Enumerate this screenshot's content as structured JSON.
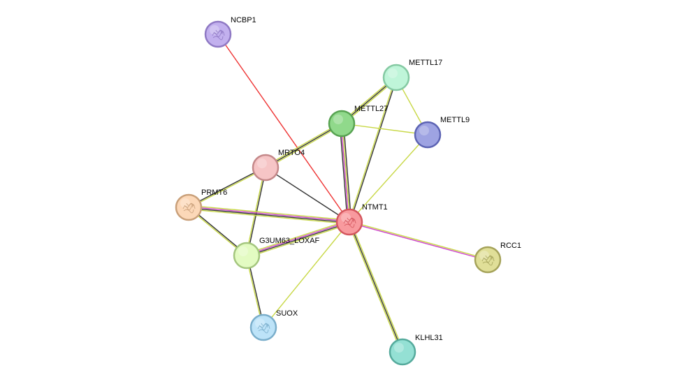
{
  "nodes": [
    {
      "id": "NCBP1",
      "label": "NCBP1",
      "fill": "#c2b0ee",
      "stroke": "#8f79c4",
      "icon": "protein-structure-icon"
    },
    {
      "id": "METTL17",
      "label": "METTL17",
      "fill": "#bff5d9",
      "stroke": "#84c9a2",
      "icon": ""
    },
    {
      "id": "METTL27",
      "label": "METTL27",
      "fill": "#90d98b",
      "stroke": "#58a352",
      "icon": ""
    },
    {
      "id": "METTL9",
      "label": "METTL9",
      "fill": "#9ea3e2",
      "stroke": "#5c63b3",
      "icon": ""
    },
    {
      "id": "MRTO4",
      "label": "MRTO4",
      "fill": "#f6c5c6",
      "stroke": "#c48889",
      "icon": ""
    },
    {
      "id": "PRMT6",
      "label": "PRMT6",
      "fill": "#fcd8b8",
      "stroke": "#c9a07a",
      "icon": "protein-structure-icon"
    },
    {
      "id": "NTMT1",
      "label": "NTMT1",
      "fill": "#f89a9e",
      "stroke": "#d4575e",
      "icon": "protein-structure-icon"
    },
    {
      "id": "G3UM63",
      "label": "G3UM63_LOXAF",
      "fill": "#e3fbc2",
      "stroke": "#a4c67e",
      "icon": ""
    },
    {
      "id": "RCC1",
      "label": "RCC1",
      "fill": "#e0df98",
      "stroke": "#a5a35a",
      "icon": "protein-structure-icon"
    },
    {
      "id": "SUOX",
      "label": "SUOX",
      "fill": "#bde3f8",
      "stroke": "#7aaecb",
      "icon": "protein-structure-icon"
    },
    {
      "id": "KLHL31",
      "label": "KLHL31",
      "fill": "#94e0d4",
      "stroke": "#55aa9c",
      "icon": ""
    }
  ],
  "edges": [
    {
      "from": "NCBP1",
      "to": "NTMT1",
      "colors": [
        "#ee3333"
      ]
    },
    {
      "from": "METTL17",
      "to": "METTL27",
      "colors": [
        "#c8d846",
        "#333333",
        "#c8d846"
      ]
    },
    {
      "from": "METTL17",
      "to": "METTL9",
      "colors": [
        "#c8d846"
      ]
    },
    {
      "from": "METTL17",
      "to": "NTMT1",
      "colors": [
        "#333333",
        "#c8d846"
      ]
    },
    {
      "from": "METTL27",
      "to": "METTL9",
      "colors": [
        "#c8d846"
      ]
    },
    {
      "from": "METTL27",
      "to": "MRTO4",
      "colors": [
        "#c8d846",
        "#333333",
        "#c8d846"
      ]
    },
    {
      "from": "METTL27",
      "to": "NTMT1",
      "colors": [
        "#333333",
        "#c8d846",
        "#cc44cc",
        "#333333"
      ]
    },
    {
      "from": "METTL9",
      "to": "NTMT1",
      "colors": [
        "#c8d846"
      ]
    },
    {
      "from": "MRTO4",
      "to": "PRMT6",
      "colors": [
        "#c8d846",
        "#333333"
      ]
    },
    {
      "from": "MRTO4",
      "to": "NTMT1",
      "colors": [
        "#333333"
      ]
    },
    {
      "from": "MRTO4",
      "to": "G3UM63",
      "colors": [
        "#333333",
        "#c8d846"
      ]
    },
    {
      "from": "PRMT6",
      "to": "NTMT1",
      "colors": [
        "#c8d846",
        "#cc44cc",
        "#333333",
        "#c8d846"
      ]
    },
    {
      "from": "PRMT6",
      "to": "G3UM63",
      "colors": [
        "#333333",
        "#c8d846"
      ]
    },
    {
      "from": "G3UM63",
      "to": "NTMT1",
      "colors": [
        "#c8d846",
        "#cc44cc",
        "#333333",
        "#c8d846"
      ]
    },
    {
      "from": "G3UM63",
      "to": "SUOX",
      "colors": [
        "#333333",
        "#c8d846"
      ]
    },
    {
      "from": "NTMT1",
      "to": "RCC1",
      "colors": [
        "#c8d846",
        "#cc44cc"
      ]
    },
    {
      "from": "NTMT1",
      "to": "SUOX",
      "colors": [
        "#c8d846"
      ]
    },
    {
      "from": "NTMT1",
      "to": "KLHL31",
      "colors": [
        "#c8d846",
        "#333333",
        "#c8d846"
      ]
    }
  ]
}
